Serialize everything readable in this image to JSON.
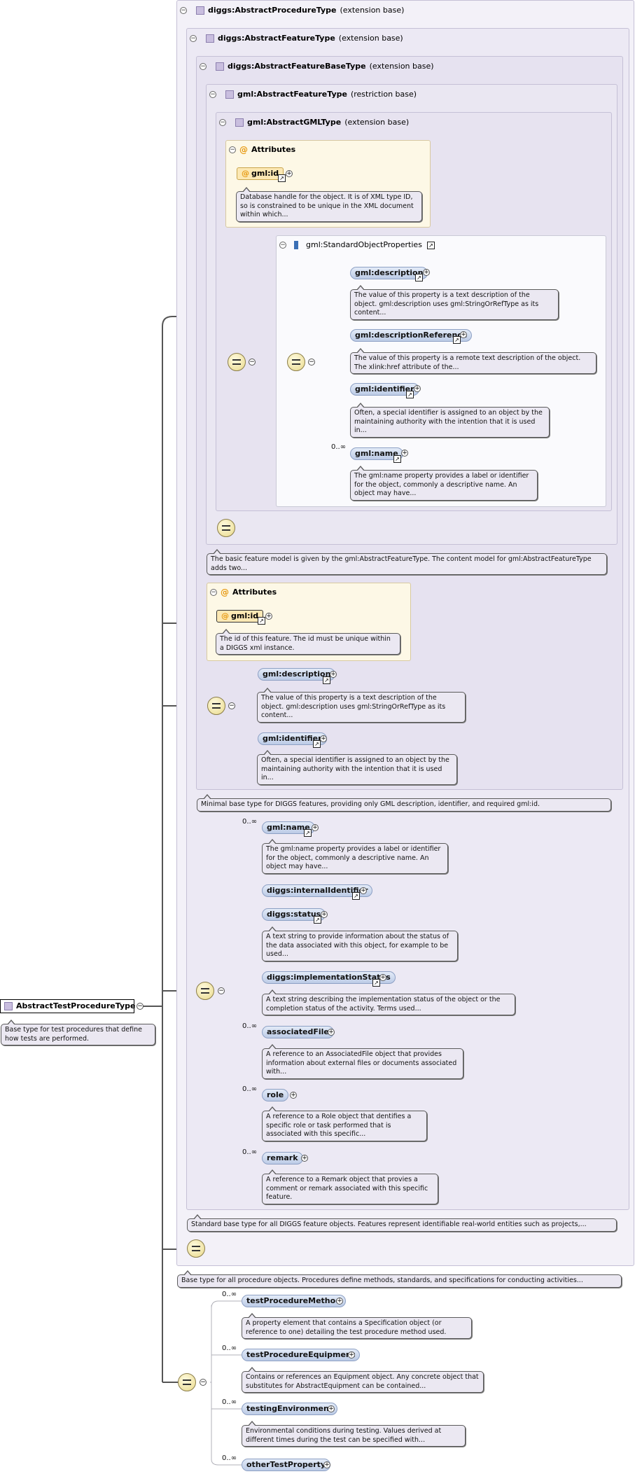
{
  "root": {
    "name": "AbstractTestProcedureType",
    "doc": "Base type for test procedures that define how tests are performed."
  },
  "types": {
    "procedure": {
      "name": "diggs:AbstractProcedureType",
      "qualifier": "(extension base)",
      "doc": "Base type for all procedure objects. Procedures define methods, standards, and specifications for conducting activities..."
    },
    "feature": {
      "name": "diggs:AbstractFeatureType",
      "qualifier": "(extension base)",
      "doc": "Standard base type for all DIGGS feature objects. Features represent identifiable real-world entities such as projects,..."
    },
    "featureBase": {
      "name": "diggs:AbstractFeatureBaseType",
      "qualifier": "(extension base)",
      "doc": "Minimal base type for DIGGS features, providing only GML description, identifier, and required gml:id."
    },
    "gmlFeature": {
      "name": "gml:AbstractFeatureType",
      "qualifier": "(restriction base)",
      "doc": "The basic feature model is given by the gml:AbstractFeatureType. The content model for gml:AbstractFeatureType adds two..."
    },
    "gmlGML": {
      "name": "gml:AbstractGMLType",
      "qualifier": "(extension base)"
    }
  },
  "gmlAttributes": {
    "label": "Attributes",
    "id": "gml:id",
    "doc": "Database handle for the object. It is of XML type ID, so is constrained to be unique in the XML document within which..."
  },
  "stdProps": {
    "label": "gml:StandardObjectProperties",
    "items": [
      {
        "name": "gml:description",
        "doc": "The value of this property is a text description of the object. gml:description uses gml:StringOrRefType as its content..."
      },
      {
        "name": "gml:descriptionReference",
        "doc": "The value of this property is a remote text description of the object. The xlink:href attribute of the..."
      },
      {
        "name": "gml:identifier",
        "doc": "Often, a special identifier is assigned to an object by the maintaining authority with the intention that it is used in..."
      },
      {
        "name": "gml:name",
        "mult": "0..∞",
        "doc": "The gml:name property provides a label or identifier for the object, commonly a descriptive name. An object may have..."
      }
    ]
  },
  "featureBaseAttributes": {
    "label": "Attributes",
    "id": "gml:id",
    "doc": "The id of this feature. The id must be unique within a DIGGS xml instance."
  },
  "featureBaseSeq": [
    {
      "name": "gml:description",
      "doc": "The value of this property is a text description of the object. gml:description uses gml:StringOrRefType as its content..."
    },
    {
      "name": "gml:identifier",
      "doc": "Often, a special identifier is assigned to an object by the maintaining authority with the intention that it is used in..."
    }
  ],
  "featureSeq": [
    {
      "name": "gml:name",
      "mult": "0..∞",
      "doc": "The gml:name property provides a label or identifier for the object, commonly a descriptive name. An object may have..."
    },
    {
      "name": "diggs:internalIdentifier",
      "doc": ""
    },
    {
      "name": "diggs:status",
      "doc": "A text string to provide information about the status of the data associated with this object, for example to be used..."
    },
    {
      "name": "diggs:implementationStatus",
      "doc": "A text string describing the implementation status of the object or the completion status of the activity. Terms used..."
    },
    {
      "name": "associatedFile",
      "mult": "0..∞",
      "doc": "A reference to an AssociatedFile object that provides information about external files or documents associated with..."
    },
    {
      "name": "role",
      "mult": "0..∞",
      "doc": "A reference to a Role object that dentifies a specific role or task performed that is associated with this specific..."
    },
    {
      "name": "remark",
      "mult": "0..∞",
      "doc": "A reference to a Remark object that provies a comment or remark associated with this specific feature."
    }
  ],
  "testSeq": [
    {
      "name": "testProcedureMethod",
      "mult": "0..∞",
      "doc": "A property element that contains a Specification object (or reference to one) detailing the test procedure method used."
    },
    {
      "name": "testProcedureEquipment",
      "mult": "0..∞",
      "doc": "Contains or references an Equipment object. Any concrete object that substitutes for AbstractEquipment can be contained..."
    },
    {
      "name": "testingEnvironment",
      "mult": "0..∞",
      "doc": "Environmental conditions during testing. Values derived at different times during the test can be specified with..."
    },
    {
      "name": "otherTestProperty",
      "mult": "0..∞",
      "doc": ""
    }
  ]
}
